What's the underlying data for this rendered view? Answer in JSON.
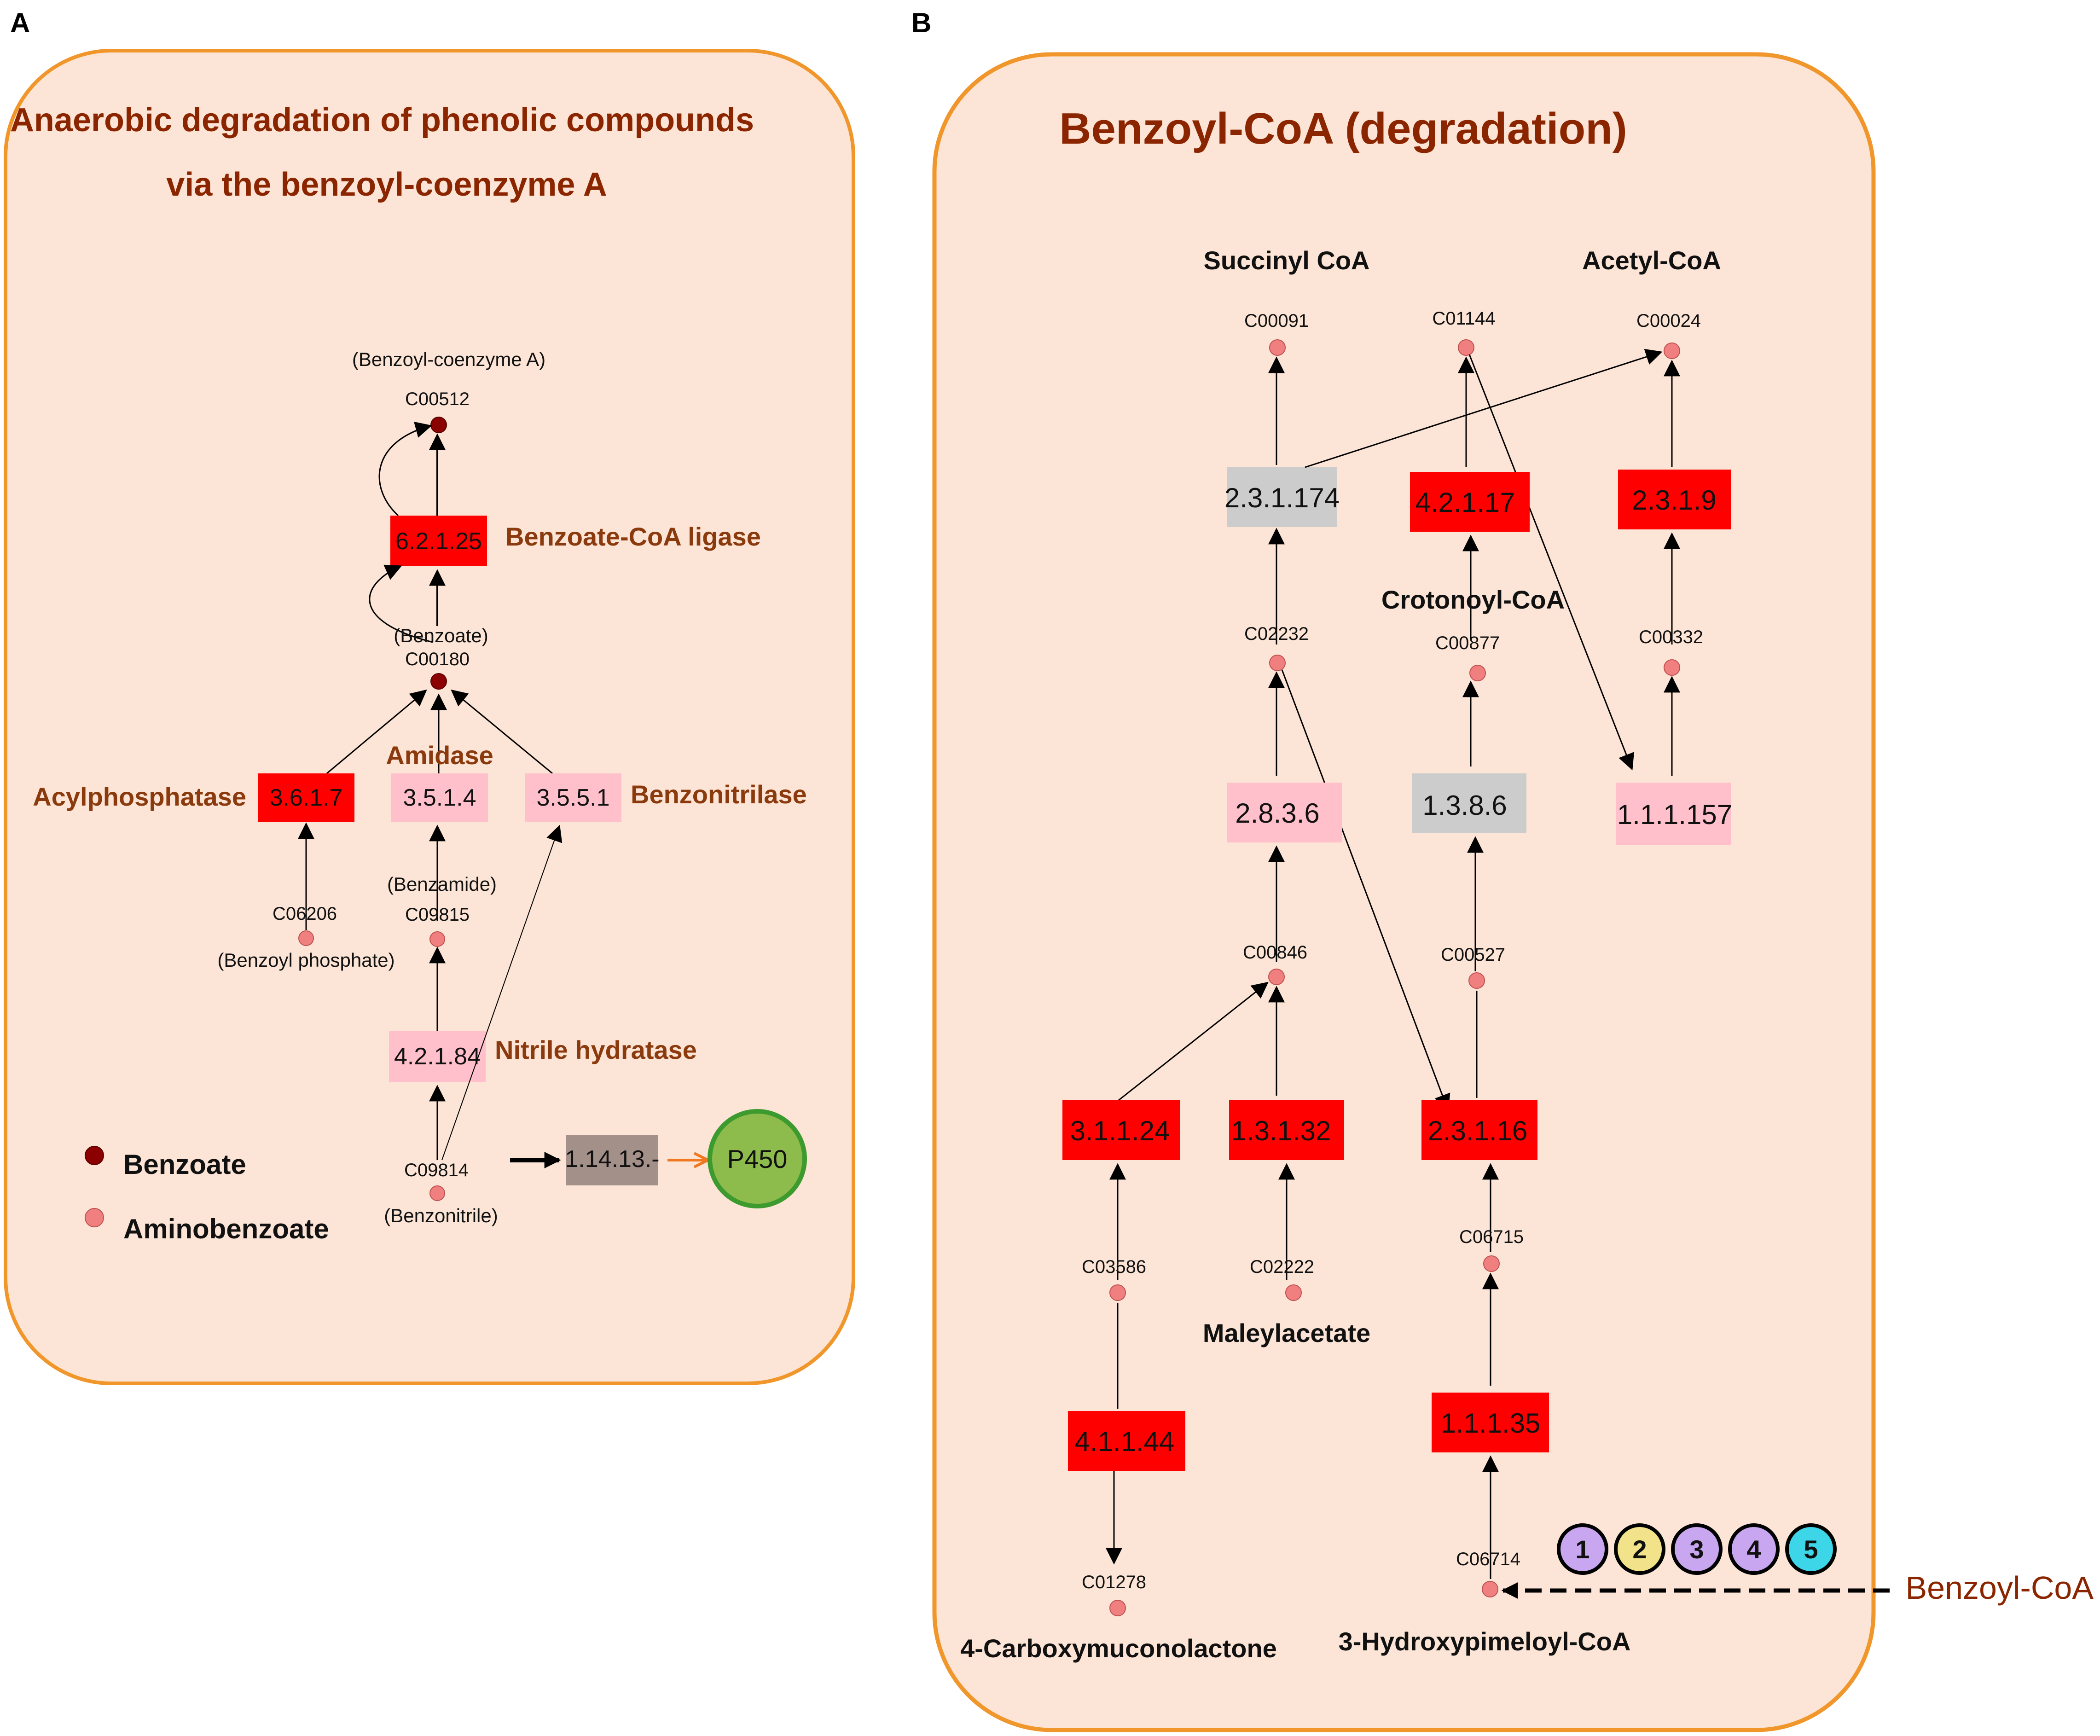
{
  "panel_a": {
    "letter": "A",
    "title_line1": "Anaerobic degradation of phenolic compounds",
    "title_line2": "via the benzoyl-coenzyme A",
    "compounds": {
      "benzoyl_coa_name": "(Benzoyl-coenzyme A)",
      "benzoyl_coa_id": "C00512",
      "benzoate_name": "(Benzoate)",
      "benzoate_id": "C00180",
      "benzoyl_phosphate_id": "C06206",
      "benzoyl_phosphate_name": "(Benzoyl phosphate)",
      "benzamide_name": "(Benzamide)",
      "benzamide_id": "C09815",
      "benzonitrile_id": "C09814",
      "benzonitrile_name": "(Benzonitrile)"
    },
    "enzymes": {
      "e_6_2_1_25": "6.2.1.25",
      "e_6_2_1_25_name": "Benzoate-CoA ligase",
      "e_3_6_1_7": "3.6.1.7",
      "e_3_6_1_7_name": "Acylphosphatase",
      "e_3_5_1_4": "3.5.1.4",
      "e_3_5_1_4_name": "Amidase",
      "e_3_5_5_1": "3.5.5.1",
      "e_3_5_5_1_name": "Benzonitrilase",
      "e_4_2_1_84": "4.2.1.84",
      "e_4_2_1_84_name": "Nitrile hydratase",
      "e_1_14_13": "1.14.13.-",
      "p450": "P450"
    },
    "legend": {
      "benzoate": "Benzoate",
      "aminobenzoate": "Aminobenzoate"
    }
  },
  "panel_b": {
    "letter": "B",
    "title": "Benzoyl-CoA (degradation)",
    "compounds": {
      "succinyl_coa": "Succinyl CoA",
      "acetyl_coa": "Acetyl-CoA",
      "c00091": "C00091",
      "c01144": "C01144",
      "c00024": "C00024",
      "crotonoyl_coa": "Crotonoyl-CoA",
      "c02232": "C02232",
      "c00877": "C00877",
      "c00332": "C00332",
      "c00846": "C00846",
      "c00527": "C00527",
      "c03586": "C03586",
      "c02222": "C02222",
      "maleylacetate": "Maleylacetate",
      "c06715": "C06715",
      "c01278": "C01278",
      "carboxymuconolactone": "4-Carboxymuconolactone",
      "c06714": "C06714",
      "hydroxypimeloyl_coa": "3-Hydroxypimeloyl-CoA"
    },
    "enzymes": {
      "e_2_3_1_174": "2.3.1.174",
      "e_4_2_1_17": "4.2.1.17",
      "e_2_3_1_9": "2.3.1.9",
      "e_2_8_3_6": "2.8.3.6",
      "e_1_3_8_6": "1.3.8.6",
      "e_1_1_1_157": "1.1.1.157",
      "e_3_1_1_24": "3.1.1.24",
      "e_1_3_1_32": "1.3.1.32",
      "e_2_3_1_16": "2.3.1.16",
      "e_4_1_1_44": "4.1.1.44",
      "e_1_1_1_35": "1.1.1.35"
    },
    "circles": [
      "1",
      "2",
      "3",
      "4",
      "5"
    ],
    "benzoyl_coa_input": "Benzoyl-CoA"
  },
  "colors": {
    "panel_fill": "#FCE5D6",
    "panel_border": "#F0962A",
    "enzyme_red": "#FF0000",
    "enzyme_pink": "#FFC0CB",
    "enzyme_gray": "#CCCCCC",
    "enzyme_taupe": "#A39089",
    "node_dark": "#8B0000",
    "node_light": "#F08080",
    "title_brown": "#8B2500",
    "p450_green": "#8DBB4C",
    "circle_purple": "#C9A6F0",
    "circle_yellow": "#F2E38A",
    "circle_cyan": "#3CD6E8"
  }
}
